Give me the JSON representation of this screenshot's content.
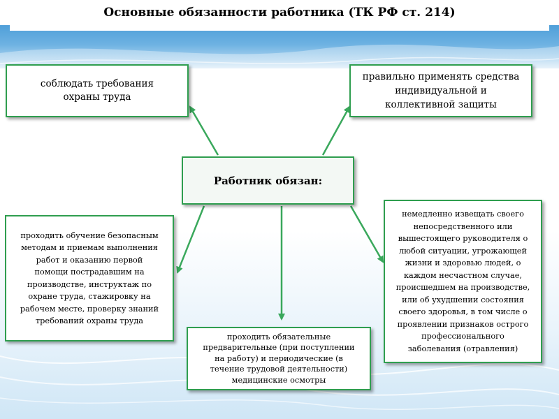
{
  "title": "Основные обязанности работника (ТК РФ ст. 214)",
  "center": {
    "label": "Работник обязан:"
  },
  "duties": {
    "top_left": [
      "соблюдать требования",
      "охраны труда"
    ],
    "top_right": [
      "правильно применять средства",
      "индивидуальной и",
      "коллективной защиты"
    ],
    "left": [
      "проходить обучение безопасным",
      "методам и приемам выполнения",
      "работ и оказанию первой",
      "помощи пострадавшим на",
      "производстве, инструктаж по",
      "охране труда, стажировку на",
      "рабочем месте, проверку знаний",
      "требований охраны труда"
    ],
    "bottom": [
      "проходить обязательные",
      "предварительные (при поступлении",
      "на работу) и периодические (в",
      "течение трудовой деятельности)",
      "медицинские осмотры"
    ],
    "right": [
      "немедленно извещать своего",
      "непосредственного или",
      "вышестоящего руководителя о",
      "любой ситуации, угрожающей",
      "жизни и здоровью людей, о",
      "каждом несчастном случае,",
      "происшедшем на производстве,",
      "или об ухудшении состояния",
      "своего здоровья, в том числе о",
      "проявлении признаков острого",
      "профессионального",
      "заболевания (отравления)"
    ]
  },
  "colors": {
    "border": "#2f9e4f",
    "arrow": "#3aa85c",
    "sky": "#4f9fd9"
  }
}
